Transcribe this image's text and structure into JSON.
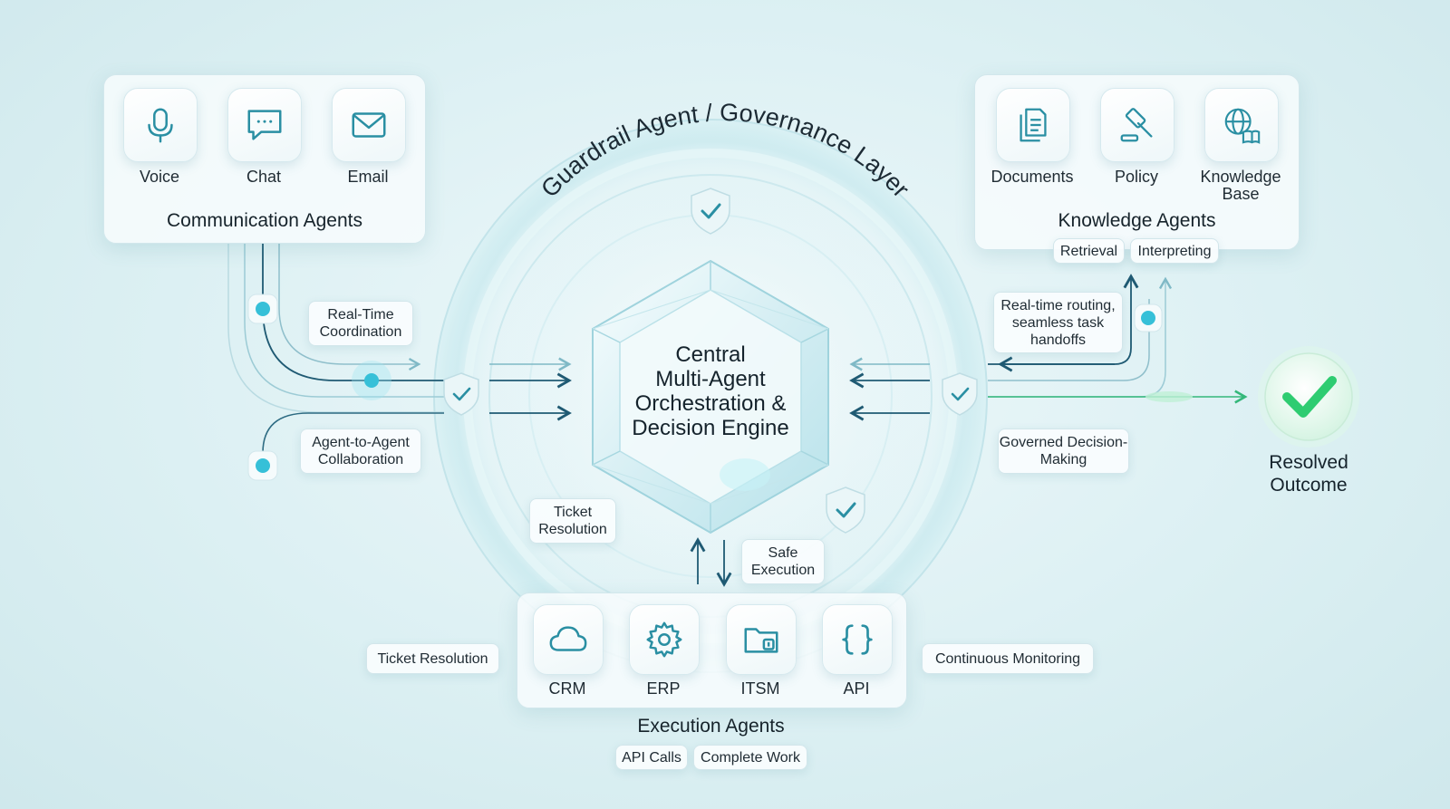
{
  "ring_title": "Guardrail Agent / Governance Layer",
  "core_lines": [
    "Central",
    "Multi-Agent",
    "Orchestration &",
    "Decision Engine"
  ],
  "communication": {
    "title": "Communication Agents",
    "items": [
      {
        "label": "Voice",
        "icon": "microphone-icon"
      },
      {
        "label": "Chat",
        "icon": "chat-bubble-icon"
      },
      {
        "label": "Email",
        "icon": "envelope-icon"
      }
    ]
  },
  "knowledge": {
    "title": "Knowledge Agents",
    "items": [
      {
        "label": "Documents",
        "icon": "documents-icon"
      },
      {
        "label": "Policy",
        "icon": "gavel-icon"
      },
      {
        "label": "Knowledge Base",
        "icon": "globe-book-icon"
      }
    ],
    "tags": [
      "Retrieval",
      "Interpreting"
    ]
  },
  "execution": {
    "title": "Execution Agents",
    "items": [
      {
        "label": "CRM",
        "icon": "cloud-icon"
      },
      {
        "label": "ERP",
        "icon": "gear-icon"
      },
      {
        "label": "ITSM",
        "icon": "folder-icon"
      },
      {
        "label": "API",
        "icon": "braces-icon"
      }
    ],
    "tags": [
      "API Calls",
      "Complete Work"
    ]
  },
  "labels": {
    "real_time_coordination": "Real-Time Coordination",
    "agent_to_agent": "Agent-to-Agent Collaboration",
    "routing": "Real-time routing, seamless task handoffs",
    "governed": "Governed Decision-Making",
    "ticket_resolution_inner": "Ticket Resolution",
    "safe_execution": "Safe Execution",
    "ticket_resolution_outer": "Ticket Resolution",
    "continuous_monitoring": "Continuous Monitoring"
  },
  "outcome": {
    "label": "Resolved Outcome",
    "icon": "checkmark-icon"
  },
  "colors": {
    "accent": "#2a8fa3",
    "flow_dark": "#1f5a73",
    "flow_light": "#7fb9c6",
    "success": "#2ecc71",
    "dot": "#36c0d8"
  }
}
